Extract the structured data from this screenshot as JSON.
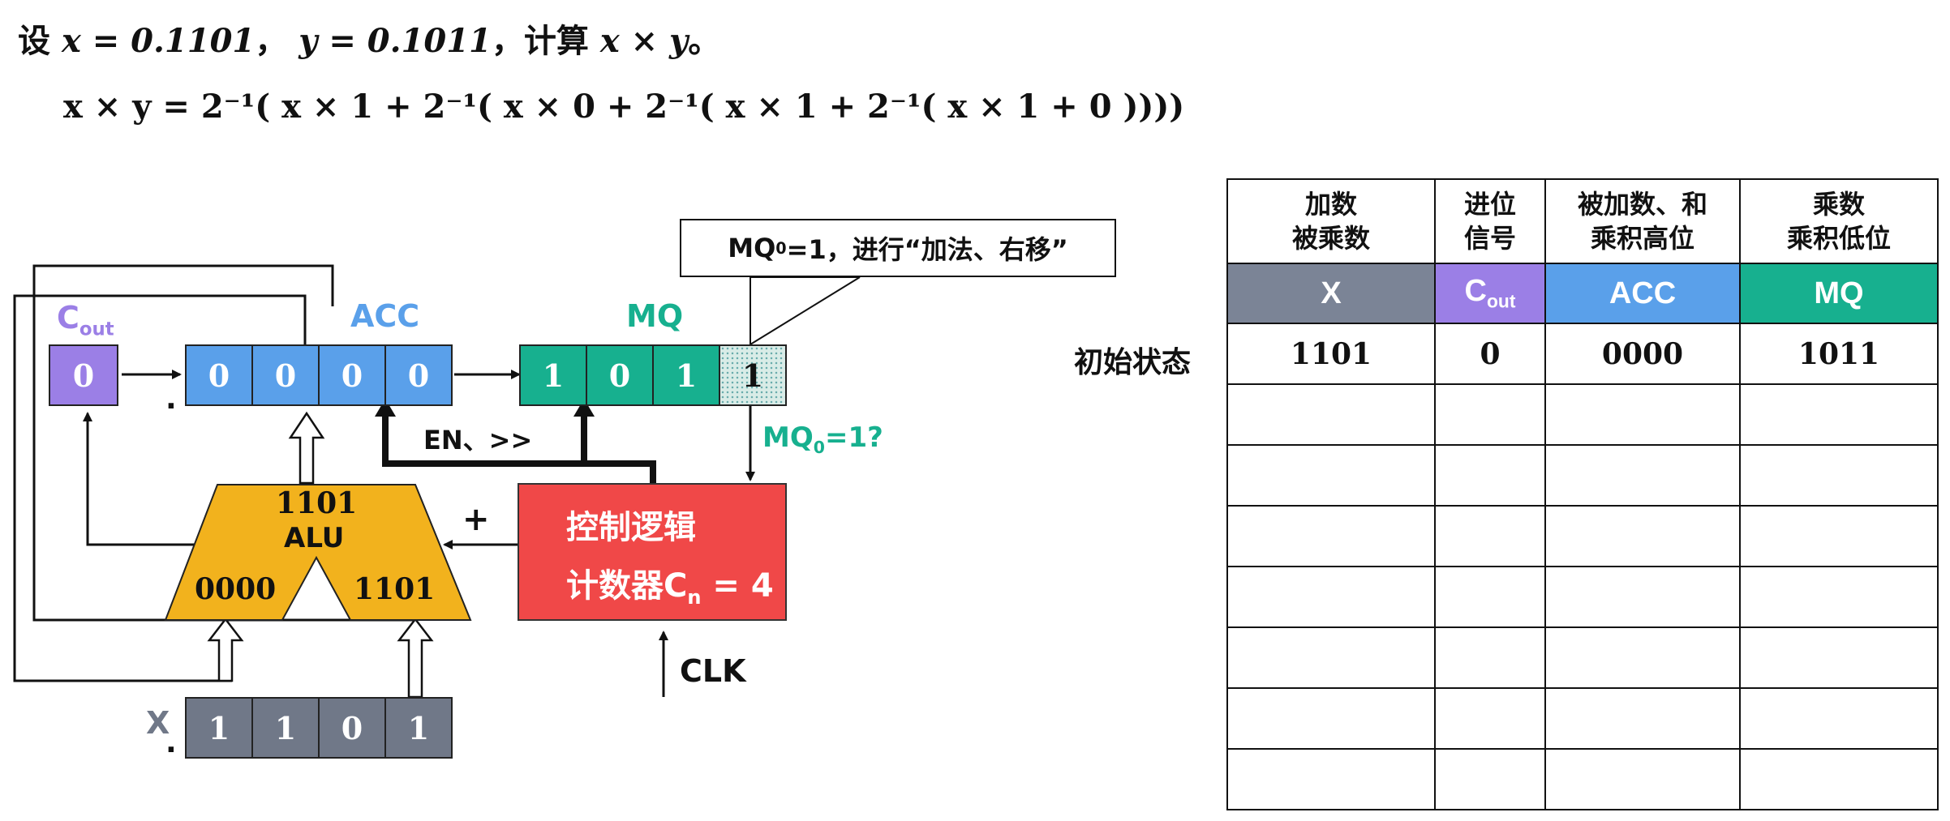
{
  "equations": {
    "line1": {
      "prefix": "设",
      "x_assign": "x = 0.1101",
      "sep": "，",
      "y_assign": "y = 0.1011",
      "sep2": "，",
      "compute": "计算",
      "expr": "x × y",
      "end": "。"
    },
    "line2": "x × y  = 2⁻¹( x × 1 + 2⁻¹( x × 0 + 2⁻¹( x × 1 + 2⁻¹( x × 1 + 0 ))))"
  },
  "diagram": {
    "cout_label": "C",
    "cout_sub": "out",
    "cout_bit": "0",
    "acc_label": "ACC",
    "acc_bits": [
      "0",
      "0",
      "0",
      "0"
    ],
    "mq_label": "MQ",
    "mq_bits": [
      "1",
      "0",
      "1",
      "1"
    ],
    "x_label": "X",
    "x_bits": [
      "1",
      "1",
      "0",
      "1"
    ],
    "point": ".",
    "alu_top": "1101",
    "alu_name": "ALU",
    "alu_left": "0000",
    "alu_right": "1101",
    "plus": "+",
    "en_label": "EN、>>",
    "control_line1": "控制逻辑",
    "control_line2_a": "计数器C",
    "control_line2_sub": "n",
    "control_line2_b": " = 4",
    "clk": "CLK",
    "mq0_test_a": "MQ",
    "mq0_test_sub": "0",
    "mq0_test_b": "=1?",
    "callout_a": "MQ",
    "callout_sub": "0",
    "callout_b": "=1，进行“加法、右移”",
    "colors": {
      "cout": "#9b7fe6",
      "acc": "#5aa0ea",
      "mq": "#17b08f",
      "mq_low": "#d9ece7",
      "x": "#707888",
      "alu": "#f2b21d",
      "control": "#f04848",
      "acc_text": "#5aa0ea",
      "mq_text": "#17b08f"
    }
  },
  "table": {
    "headers": [
      [
        "加数",
        "被乘数"
      ],
      [
        "进位",
        "信号"
      ],
      [
        "被加数、和",
        "乘积高位"
      ],
      [
        "乘数",
        "乘积低位"
      ]
    ],
    "col_labels": [
      "X",
      "C",
      "ACC",
      "MQ"
    ],
    "col_label_cout_sub": "out",
    "col_colors": [
      "#7b8496",
      "#9b7fe6",
      "#5aa0ea",
      "#17b08f"
    ],
    "row_label": "初始状态",
    "initial_row": [
      "1101",
      "0",
      "0000",
      "1011"
    ]
  }
}
